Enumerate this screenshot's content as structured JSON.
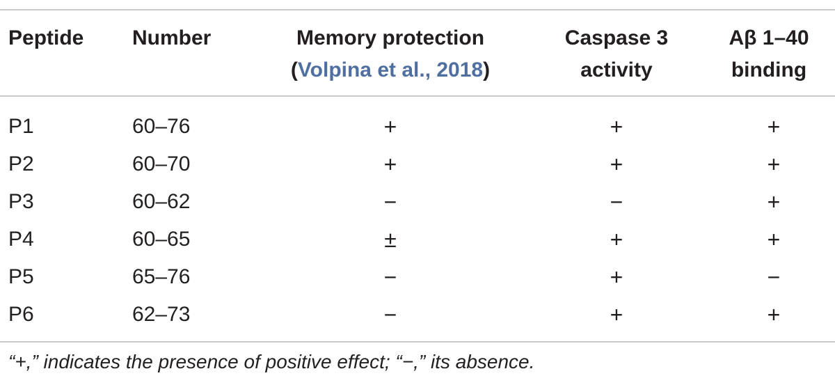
{
  "header": {
    "peptide": "Peptide",
    "number": "Number",
    "memory_line1": "Memory protection",
    "memory_open_paren": "(",
    "memory_citation": "Volpina et al., 2018",
    "memory_close_paren": ")",
    "caspase_line1": "Caspase 3",
    "caspase_line2": "activity",
    "abeta_line1": "Aβ 1–40",
    "abeta_line2": "binding"
  },
  "rows": [
    {
      "peptide": "P1",
      "number": "60–76",
      "memory": "+",
      "caspase": "+",
      "abeta": "+"
    },
    {
      "peptide": "P2",
      "number": "60–70",
      "memory": "+",
      "caspase": "+",
      "abeta": "+"
    },
    {
      "peptide": "P3",
      "number": "60–62",
      "memory": "−",
      "caspase": "−",
      "abeta": "+"
    },
    {
      "peptide": "P4",
      "number": "60–65",
      "memory": "±",
      "caspase": "+",
      "abeta": "+"
    },
    {
      "peptide": "P5",
      "number": "65–76",
      "memory": "−",
      "caspase": "+",
      "abeta": "−"
    },
    {
      "peptide": "P6",
      "number": "62–73",
      "memory": "−",
      "caspase": "+",
      "abeta": "+"
    }
  ],
  "footnote": "“+,” indicates the presence of positive effect; “−,” its absence.",
  "colors": {
    "citation_link": "#4f6fa1",
    "rule": "#c8c8c8",
    "text": "#231f20"
  }
}
